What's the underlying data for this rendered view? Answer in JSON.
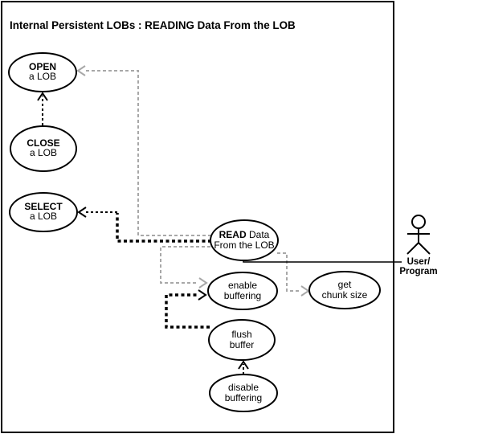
{
  "title": "Internal Persistent LOBs : READING Data From the LOB",
  "colors": {
    "background": "#ffffff",
    "line_black": "#000000",
    "line_gray": "#a8a8a8"
  },
  "actor": {
    "name": "User/Program",
    "line1": "User/",
    "line2": "Program"
  },
  "use_cases": {
    "open": {
      "line1": "OPEN",
      "line2": "a LOB"
    },
    "close": {
      "line1": "CLOSE",
      "line2": "a LOB"
    },
    "select": {
      "line1": "SELECT",
      "line2": "a LOB"
    },
    "read": {
      "line1_bold": "READ",
      "line1_rest": " Data",
      "line2": "From the LOB"
    },
    "enable_buffering": {
      "line1": "enable",
      "line2": "buffering"
    },
    "get_chunk_size": {
      "line1": "get",
      "line2": "chunk size"
    },
    "flush_buffer": {
      "line1": "flush",
      "line2": "buffer"
    },
    "disable_buffering": {
      "line1": "disable",
      "line2": "buffering"
    }
  },
  "relationships": [
    {
      "from": "CLOSE a LOB",
      "to": "OPEN a LOB",
      "style": "dashed-black-arrow"
    },
    {
      "from": "READ Data From the LOB",
      "to": "OPEN a LOB",
      "style": "dashed-gray-arrow"
    },
    {
      "from": "READ Data From the LOB",
      "to": "SELECT a LOB",
      "style": "dashed-black-thick-arrow"
    },
    {
      "from": "READ Data From the LOB",
      "to": "enable buffering",
      "style": "dashed-gray-arrow"
    },
    {
      "from": "READ Data From the LOB",
      "to": "get chunk size",
      "style": "dashed-gray-arrow"
    },
    {
      "from": "flush buffer",
      "to": "enable buffering",
      "style": "dashed-black-thick-arrow"
    },
    {
      "from": "disable buffering",
      "to": "flush buffer",
      "style": "dashed-black-arrow"
    },
    {
      "from": "READ Data From the LOB",
      "to": "User/Program",
      "style": "solid-line"
    }
  ]
}
